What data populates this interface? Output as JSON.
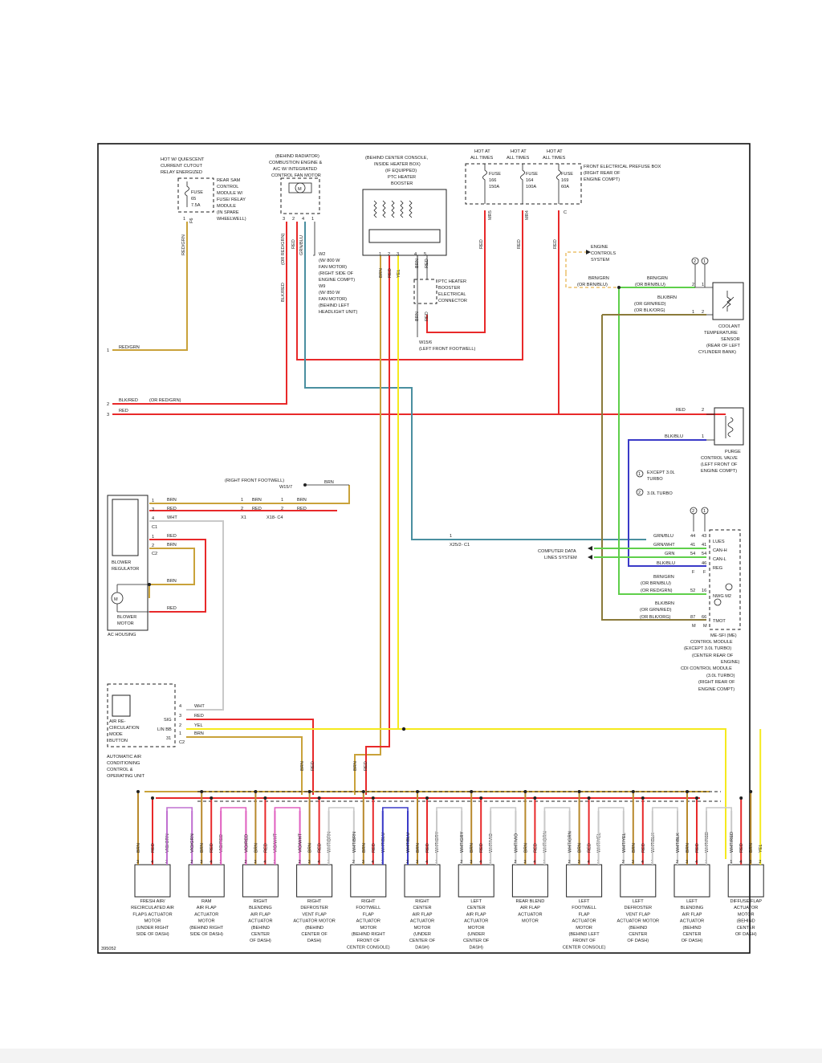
{
  "diagram_id": "395052",
  "colors": {
    "red": "#e8292a",
    "brn": "#b8892c",
    "grn": "#5fcf4b",
    "blu": "#3a3ac8",
    "yel": "#f5ea1e",
    "vio": "#c070d0",
    "wht": "#c9c9c9",
    "blk": "#555555",
    "teal": "#4a8fa0",
    "olive": "#8a7a3a",
    "pink": "#e060c0",
    "orange": "#e0a020"
  },
  "top": {
    "rear_sam": {
      "header": [
        "HOT W/ QUIESCENT",
        "CURRENT CUTOUT",
        "RELAY ENERGIZED"
      ],
      "fuse": [
        "FUSE",
        "65",
        "7.5A"
      ],
      "module": [
        "REAR SAM",
        "CONTROL",
        "MODULE W/",
        "FUSE/ RELAY",
        "MODULE",
        "(IN SPARE",
        "WHEELWELL)"
      ],
      "pins": [
        "1",
        "F6"
      ],
      "wire": "RED/GRN"
    },
    "fan": {
      "header": [
        "(BEHIND RADIATOR)",
        "COMBUSTION ENGINE &",
        "A/C W/ INTEGRATED",
        "CONTROL FAN MOTOR"
      ],
      "pins": [
        "3",
        "2",
        "4",
        "1"
      ],
      "wires": [
        "BLK/RED",
        "(OR RED/GRN)",
        "RED",
        "GRN/BLU"
      ],
      "ground": [
        "W2",
        "(W/ 800 W",
        "FAN MOTOR)",
        "(RIGHT SIDE OF",
        "ENGINE COMPT)",
        "W9",
        "(W/ 850 W",
        "FAN MOTOR)",
        "(BEHIND LEFT",
        "HEADLIGHT UNIT)"
      ]
    },
    "ptc": {
      "header": [
        "(BEHIND CENTER CONSOLE,",
        "INSIDE HEATER BOX)",
        "(IF EQUIPPED)",
        "PTC HEATER",
        "BOOSTER"
      ],
      "pins": [
        "1",
        "2",
        "3",
        "4",
        "5"
      ],
      "wires": [
        "BRN",
        "RED",
        "YEL",
        "BRN",
        "RED"
      ],
      "connector": [
        "PTC HEATER",
        "BOOSTER",
        "ELECTRICAL",
        "CONNECTOR"
      ],
      "lower_wires": [
        "BRN",
        "RED"
      ],
      "ground": [
        "W15/6",
        "(LEFT FRONT FOOTWELL)"
      ]
    },
    "prefuse": {
      "hot": [
        "HOT AT",
        "ALL TIMES"
      ],
      "fuses": [
        {
          "name": "FUSE",
          "num": "166",
          "amp": "150A",
          "wire": "MR5"
        },
        {
          "name": "FUSE",
          "num": "164",
          "amp": "100A",
          "wire": "MR4"
        },
        {
          "name": "FUSE",
          "num": "169",
          "amp": "60A",
          "wire": "C"
        }
      ],
      "box": [
        "FRONT ELECTRICAL PREFUSE BOX",
        "(RIGHT REAR OF",
        "ENGINE COMPT)"
      ],
      "wire": "RED"
    }
  },
  "right": {
    "ecs": [
      "ENGINE",
      "CONTROLS",
      "SYSTEM"
    ],
    "ecs_wires": [
      "BRN/GRN",
      "(OR BRN/BLU)",
      "BRN/GRN",
      "(OR BRN/BLU)"
    ],
    "coolant_wire": [
      "BLK/BRN",
      "(OR GRN/RED)",
      "(OR BLK/ORG)"
    ],
    "coolant_pins": [
      "2",
      "1",
      "1",
      "2"
    ],
    "coolant": [
      "COOLANT",
      "TEMPERATURE",
      "SENSOR",
      "(REAR OF LEFT",
      "CYLINDER BANK)"
    ],
    "notes": [
      "1",
      "2"
    ],
    "purge_wires": [
      "RED",
      "BLK/BLU"
    ],
    "purge_pins": [
      "2",
      "1"
    ],
    "purge": [
      "PURGE",
      "CONTROL VALVE",
      "(LEFT FRONT OF",
      "ENGINE COMPT)"
    ],
    "legend": [
      {
        "num": "1",
        "text": [
          "EXCEPT 3.0L",
          "TURBO"
        ]
      },
      {
        "num": "2",
        "text": [
          "3.0L TURBO"
        ]
      }
    ],
    "ecm_rows": [
      {
        "wire": "GRN/BLU",
        "a": "44",
        "b": "43",
        "sig": "LUES"
      },
      {
        "wire": "GRN/WHT",
        "a": "41",
        "b": "41",
        "sig": "CAN-H"
      },
      {
        "wire": "GRN",
        "a": "54",
        "b": "54",
        "sig": "CAN-L"
      },
      {
        "wire": "BLK/BLU",
        "a": "",
        "b": "46",
        "sig": "REG"
      }
    ],
    "ecm_ff": [
      "F",
      "F"
    ],
    "data_lines": [
      "COMPUTER DATA",
      "LINES SYSTEM"
    ],
    "nwg_wire": [
      "BRN/GRN",
      "(OR BRN/BLU)",
      "(OR RED/GRN)"
    ],
    "nwg_pins": [
      "52",
      "16"
    ],
    "nwg_sig": "NWG M2",
    "tmot_wire": [
      "BLK/BRN",
      "(OR GRN/RED)",
      "(OR BLK/ORG)"
    ],
    "tmot_pins": [
      "87",
      "66"
    ],
    "tmot_sig": "TMOT",
    "ecm_mm": [
      "M",
      "M"
    ],
    "ecm": [
      "ME-SFI (ME)",
      "CONTROL MODULE",
      "(EXCEPT 3.0L TURBO)",
      "(CENTER REAR OF",
      "ENGINE)",
      "CDI CONTROL MODULE",
      "(3.0L TURBO)",
      "(RIGHT REAR OF",
      "ENGINE COMPT)"
    ]
  },
  "left": {
    "entry": [
      {
        "n": "1",
        "wire": "RED/GRN"
      },
      {
        "n": "2",
        "wire": "BLK/RED",
        "alt": "(OR RED/GRN)"
      },
      {
        "n": "3",
        "wire": "RED"
      }
    ],
    "footwell": [
      "(RIGHT FRONT FOOTWELL)",
      "W15/7"
    ],
    "footwell_wire": "BRN",
    "blower_pins": [
      "1",
      "3",
      "2",
      "4"
    ],
    "blower_wires": [
      "BRN",
      "RED",
      "WHT",
      "RED",
      "BRN"
    ],
    "c1": "C1",
    "c2": "C2",
    "x1": "X1",
    "x18": "X18- C4",
    "x1_pins": [
      "1",
      "2"
    ],
    "x1_wires": [
      "BRN",
      "RED"
    ],
    "x18_pins": [
      "1",
      "2"
    ],
    "x18_wires": [
      "BRN",
      "RED"
    ],
    "regulator": [
      "BLOWER",
      "REGULATOR"
    ],
    "motor": [
      "BLOWER",
      "MOTOR"
    ],
    "motor_wires": [
      "BRN",
      "RED"
    ],
    "ac_housing": "AC HOUSING",
    "x25": "X25/2- C1",
    "x25_pin": "1"
  },
  "control": {
    "pins": [
      "4",
      "3",
      "2",
      "1"
    ],
    "sigs": [
      "SIG",
      "LIN BB",
      "31"
    ],
    "wires": [
      "WHT",
      "RED",
      "YEL",
      "BRN"
    ],
    "button": [
      "AIR RE-",
      "CIRCULATION",
      "MODE",
      "BUTTON"
    ],
    "c2": "C2",
    "unit": [
      "AUTOMATIC AIR",
      "CONDITIONING",
      "CONTROL &",
      "OPERATING UNIT"
    ],
    "bus_wires": [
      "BRN",
      "RED",
      "BRN",
      "RED"
    ]
  },
  "motors": [
    {
      "wires": [
        "BRN",
        "RED",
        "VIO/GRN"
      ],
      "pins": [
        "3",
        "4",
        "2"
      ],
      "label": [
        "FRESH AIR/",
        "RECIRCULATED AIR",
        "FLAPS ACTUATOR",
        "MOTOR",
        "(UNDER RIGHT",
        "SIDE OF DASH)"
      ]
    },
    {
      "wires": [
        "VIO/GRN",
        "BRN",
        "RED",
        "VIO/RED"
      ],
      "pins": [
        "2",
        "3",
        "4",
        "1"
      ],
      "label": [
        "RAM",
        "AIR FLAP",
        "ACTUATOR",
        "MOTOR",
        "(BEHIND RIGHT",
        "SIDE OF DASH)"
      ]
    },
    {
      "wires": [
        "VIO/RED",
        "BRN",
        "RED",
        "VIO/WHT"
      ],
      "pins": [
        "2",
        "3",
        "4",
        "1"
      ],
      "label": [
        "RIGHT",
        "BLENDING",
        "AIR FLAP",
        "ACTUATOR",
        "(BEHIND",
        "CENTER",
        "OF DASH)"
      ]
    },
    {
      "wires": [
        "VIO/WHT",
        "BRN",
        "RED",
        "WHT/BRN"
      ],
      "pins": [
        "2",
        "3",
        "4",
        "1"
      ],
      "label": [
        "RIGHT",
        "DEFROSTER",
        "VENT FLAP",
        "ACTUATOR MOTOR",
        "(BEHIND",
        "CENTER OF",
        "DASH)"
      ]
    },
    {
      "wires": [
        "WHT/BRN",
        "BRN",
        "RED",
        "WHT/BLU"
      ],
      "pins": [
        "2",
        "3",
        "4",
        "1"
      ],
      "label": [
        "RIGHT",
        "FOOTWELL",
        "FLAP",
        "ACTUATOR",
        "MOTOR",
        "(BEHIND RIGHT",
        "FRONT OF",
        "CENTER CONSOLE)"
      ]
    },
    {
      "wires": [
        "WHT/BLU",
        "BRN",
        "RED",
        "WHT/GRY"
      ],
      "pins": [
        "2",
        "3",
        "4",
        "1"
      ],
      "label": [
        "RIGHT",
        "CENTER",
        "AIR FLAP",
        "ACTUATOR",
        "MOTOR",
        "(UNDER",
        "CENTER OF",
        "DASH)"
      ]
    },
    {
      "wires": [
        "WHT/GRY",
        "BRN",
        "RED",
        "WHT/VIO"
      ],
      "pins": [
        "2",
        "3",
        "4",
        "1"
      ],
      "label": [
        "LEFT",
        "CENTER",
        "AIR FLAP",
        "ACTUATOR",
        "MOTOR",
        "(UNDER",
        "CENTER OF",
        "DASH)"
      ]
    },
    {
      "wires": [
        "WHT/VIO",
        "BRN",
        "RED",
        "WHT/GRN"
      ],
      "pins": [
        "2",
        "3",
        "4",
        "1"
      ],
      "label": [
        "REAR BLEND",
        "AIR FLAP",
        "ACTUATOR",
        "MOTOR"
      ]
    },
    {
      "wires": [
        "WHT/GRN",
        "BRN",
        "RED",
        "WHT/YEL"
      ],
      "pins": [
        "2",
        "3",
        "4",
        "1"
      ],
      "label": [
        "LEFT",
        "FOOTWELL",
        "FLAP",
        "ACTUATOR",
        "MOTOR",
        "(BEHIND LEFT",
        "FRONT OF",
        "CENTER CONSOLE)"
      ]
    },
    {
      "wires": [
        "WHT/YEL",
        "BRN",
        "RED",
        "WHT/BLK"
      ],
      "pins": [
        "2",
        "3",
        "4",
        "1"
      ],
      "label": [
        "LEFT",
        "DEFROSTER",
        "VENT FLAP",
        "ACTUATOR MOTOR",
        "(BEHIND",
        "CENTER",
        "OF DASH)"
      ]
    },
    {
      "wires": [
        "WHT/BLK",
        "BRN",
        "RED",
        "WHT/RED"
      ],
      "pins": [
        "2",
        "3",
        "4",
        "1"
      ],
      "label": [
        "LEFT",
        "BLENDING",
        "AIR FLAP",
        "ACTUATOR",
        "(BEHIND",
        "CENTER",
        "OF DASH)"
      ]
    },
    {
      "wires": [
        "WHT/RED",
        "RED",
        "BRN",
        "YEL"
      ],
      "pins": [
        "1",
        "4",
        "3",
        "2"
      ],
      "label": [
        "DIFFUSE FLAP",
        "ACTUATOR",
        "MOTOR",
        "(BEHIND",
        "CENTER",
        "OF DASH)"
      ]
    }
  ]
}
